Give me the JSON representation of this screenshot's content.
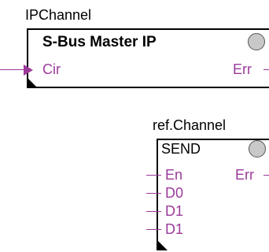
{
  "blocks": [
    {
      "instance_name": "IPChannel",
      "header": "S-Bus Master IP",
      "inputs": [
        "Cir"
      ],
      "outputs": [
        "Err"
      ]
    },
    {
      "instance_name": "ref.Channel",
      "header": "SEND",
      "inputs": [
        "En",
        "D0",
        "D1",
        "D1"
      ],
      "outputs": [
        "Err"
      ]
    }
  ],
  "colors": {
    "pin": "#9b3a9a",
    "lamp": "#c8c8c8",
    "border": "#000000"
  },
  "icons": [
    "status-lamp-icon",
    "input-arrow-icon",
    "block-corner-icon"
  ]
}
